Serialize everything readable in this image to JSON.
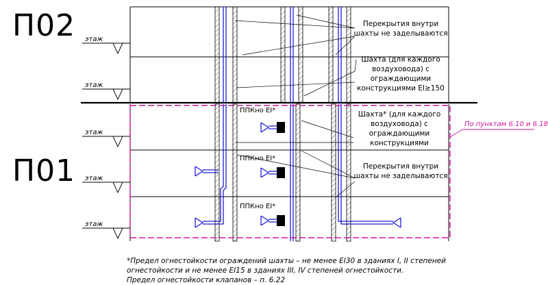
{
  "zones": {
    "upper": "П02",
    "lower": "П01"
  },
  "floor_label": "этаж",
  "notes": {
    "top_overlaps": [
      "Перекрытия внутри",
      "шахты не заделываются"
    ],
    "top_shaft": [
      "Шахта (для каждого",
      "воздуховода) с",
      "ограждающими",
      "конструкциями EI≥150"
    ],
    "mid_shaft": [
      "Шахта* (для каждого",
      "воздуховода) с",
      "ограждающими",
      "конструкциями"
    ],
    "mid_overlaps": [
      "Перекрытия внутри",
      "шахты не заделываются"
    ]
  },
  "valve_label": "ППКно EI*",
  "pink_note": "По пунктам 6.10 и 6.18",
  "footnotes": [
    "*Предел огнестойкости ограждений шахты – не менее EI30 в зданиях I, II степеней",
    "огнестойкости и не менее EI15 в зданиях III, IV степеней огнестойкости.",
    "Предел огнестойкости клапанов – п. 6.22"
  ],
  "colors": {
    "duct": "#1a1ad6",
    "magenta": "#d0169e",
    "line": "#000000",
    "hatch": "#8a8a8a"
  }
}
